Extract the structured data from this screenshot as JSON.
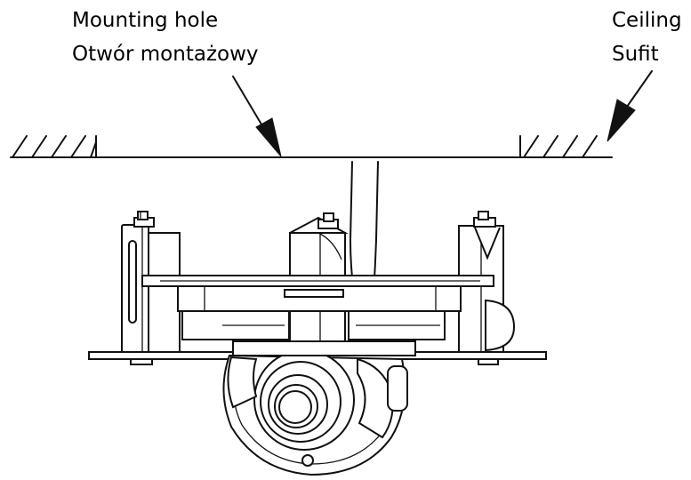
{
  "labels": {
    "mounting_hole": {
      "en": "Mounting hole",
      "pl": "Otwór montażowy"
    },
    "ceiling": {
      "en": "Ceiling",
      "pl": "Sufit"
    }
  },
  "colors": {
    "line": "#111111",
    "background": "#ffffff"
  }
}
